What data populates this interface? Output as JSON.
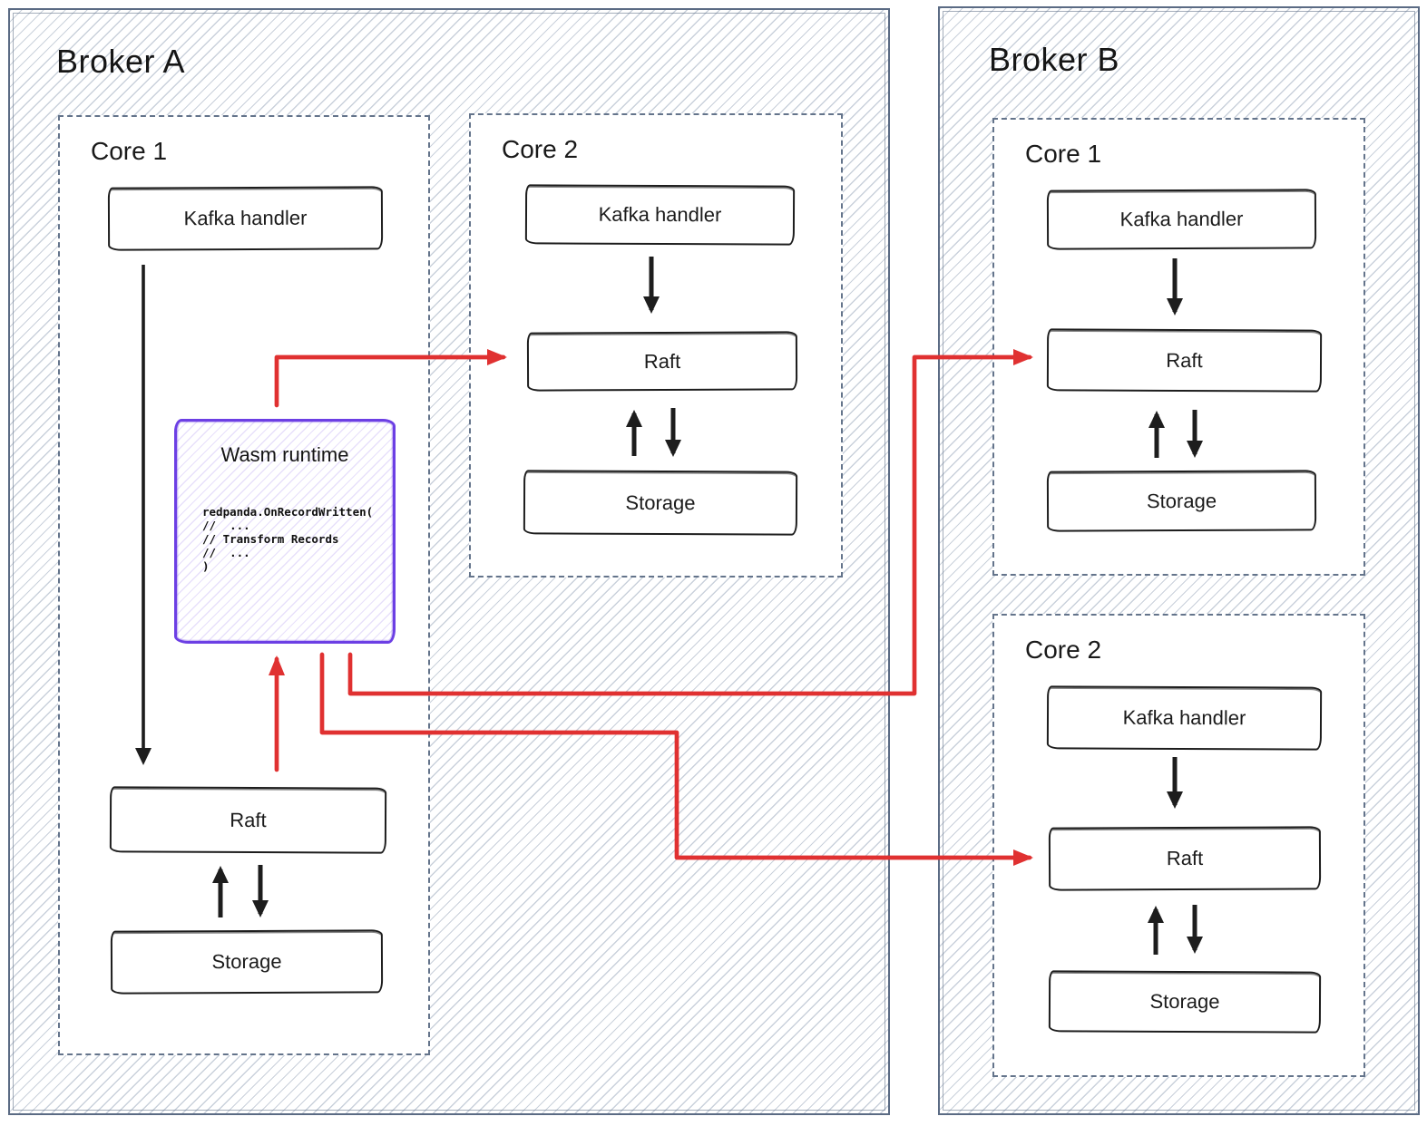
{
  "colors": {
    "red": "#e03131",
    "purple": "#6c3fe4",
    "ink": "#1d1d1d",
    "frame": "#5b6b84",
    "dash": "#64748b"
  },
  "brokers": [
    {
      "title": "Broker A",
      "cores": [
        {
          "title": "Core 1",
          "nodes": {
            "kafka": "Kafka handler",
            "raft": "Raft",
            "storage": "Storage"
          }
        },
        {
          "title": "Core 2",
          "nodes": {
            "kafka": "Kafka handler",
            "raft": "Raft",
            "storage": "Storage"
          }
        }
      ],
      "wasm": {
        "title": "Wasm runtime",
        "code": "redpanda.OnRecordWritten(\n//  ...\n// Transform Records\n//  ...\n)"
      }
    },
    {
      "title": "Broker B",
      "cores": [
        {
          "title": "Core 1",
          "nodes": {
            "kafka": "Kafka handler",
            "raft": "Raft",
            "storage": "Storage"
          }
        },
        {
          "title": "Core 2",
          "nodes": {
            "kafka": "Kafka handler",
            "raft": "Raft",
            "storage": "Storage"
          }
        }
      ]
    }
  ]
}
